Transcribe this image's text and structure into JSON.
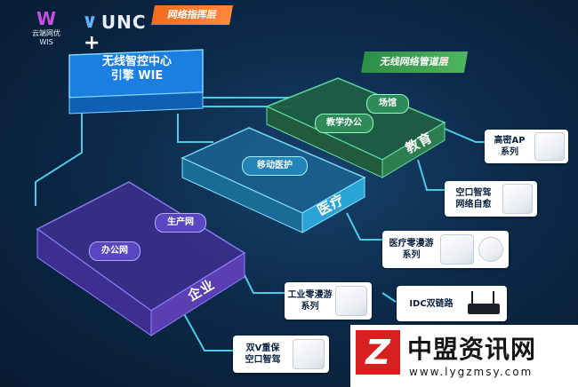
{
  "branding": {
    "wis_logo_text": "云端网优",
    "wis_logo_sub": "WIS",
    "unc_logo_text": "UNC",
    "plus": "+"
  },
  "layers": {
    "command_layer": "网络指挥层",
    "pipeline_layer": "无线网络管道层"
  },
  "engine": {
    "line1": "无线智控中心",
    "line2": "引擎 WIE"
  },
  "zones": {
    "education": {
      "label": "教育",
      "subs": [
        "教学办公",
        "场馆"
      ]
    },
    "medical": {
      "label": "医疗",
      "subs": [
        "移动医护"
      ]
    },
    "enterprise": {
      "label": "企业",
      "subs": [
        "生产网",
        "办公网"
      ]
    }
  },
  "devices": [
    {
      "id": "high-density-ap",
      "line1": "高密AP",
      "line2": "系列"
    },
    {
      "id": "air-smart",
      "line1": "空口智驾",
      "line2": "网络自愈"
    },
    {
      "id": "medical-roaming",
      "line1": "医疗零漫游",
      "line2": "系列"
    },
    {
      "id": "industrial-roaming",
      "line1": "工业零漫游",
      "line2": "系列"
    },
    {
      "id": "idc-dual-link",
      "line1": "IDC双链路",
      "line2": ""
    },
    {
      "id": "dual-v",
      "line1": "双V重保",
      "line2": "空口智驾"
    }
  ],
  "watermark": {
    "title": "中盟资讯网",
    "url": "www.lygzmsy.com"
  },
  "colors": {
    "accent_orange": "#f26b21",
    "accent_green": "#3fa653",
    "line_cyan": "#4fd3f0",
    "enterprise_purple": "#5a3fb0",
    "medical_cyan": "#2aa4d6",
    "education_green": "#2e7d4f"
  }
}
